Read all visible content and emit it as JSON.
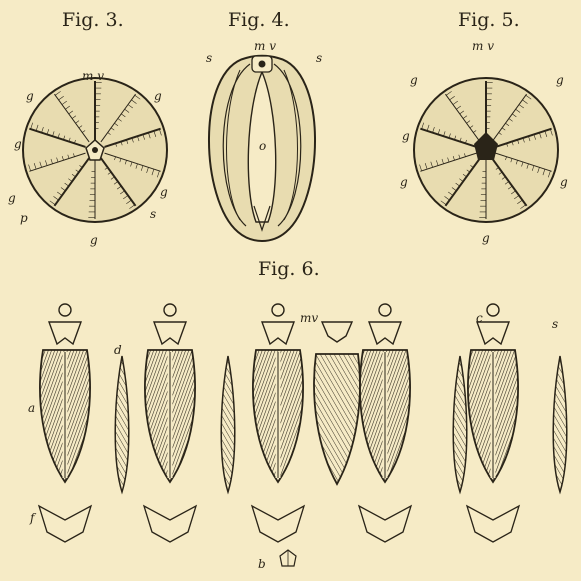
{
  "figures": {
    "fig3": {
      "title": "Fig. 3.",
      "labels": {
        "mv": "m v",
        "g": "g",
        "p": "p",
        "s": "s"
      }
    },
    "fig4": {
      "title": "Fig. 4.",
      "labels": {
        "mv": "m v",
        "s": "s",
        "o": "o"
      }
    },
    "fig5": {
      "title": "Fig. 5.",
      "labels": {
        "mv": "m v",
        "g": "g"
      }
    },
    "fig6": {
      "title": "Fig. 6.",
      "labels": {
        "mv": "mv",
        "a": "a",
        "d": "d",
        "c": "c",
        "s": "s",
        "f": "f",
        "b": "b"
      }
    }
  },
  "colors": {
    "paper": "#f6ebc6",
    "ink": "#2a2418"
  }
}
